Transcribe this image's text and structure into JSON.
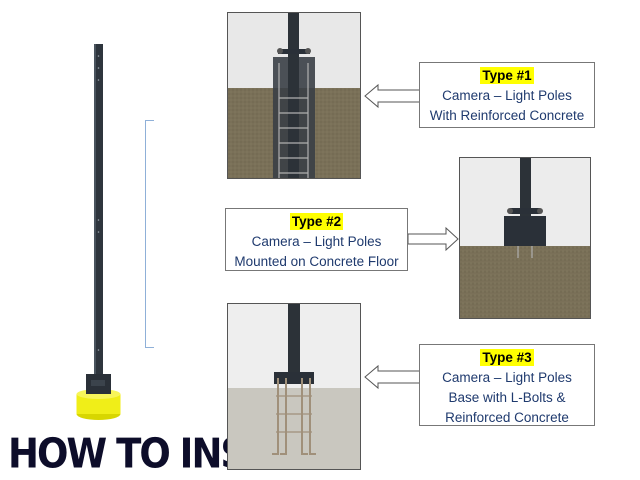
{
  "heading": "HOW TO INSTALL",
  "types": [
    {
      "label": "Type #1",
      "line1": "Camera – Light Poles",
      "line2": "With Reinforced Concrete",
      "line3": ""
    },
    {
      "label": "Type #2",
      "line1": "Camera – Light Poles",
      "line2": "Mounted on Concrete Floor",
      "line3": ""
    },
    {
      "label": "Type #3",
      "line1": "Camera – Light Poles",
      "line2": "Base with L-Bolts &",
      "line3": "Reinforced Concrete"
    }
  ],
  "colors": {
    "highlight": "#ffff00",
    "callout_text": "#1f3a6e",
    "pole": "#2e353d",
    "base_yellow": "#f0ee18",
    "soil": "#7a7058",
    "concrete": "#c9c7bf"
  }
}
